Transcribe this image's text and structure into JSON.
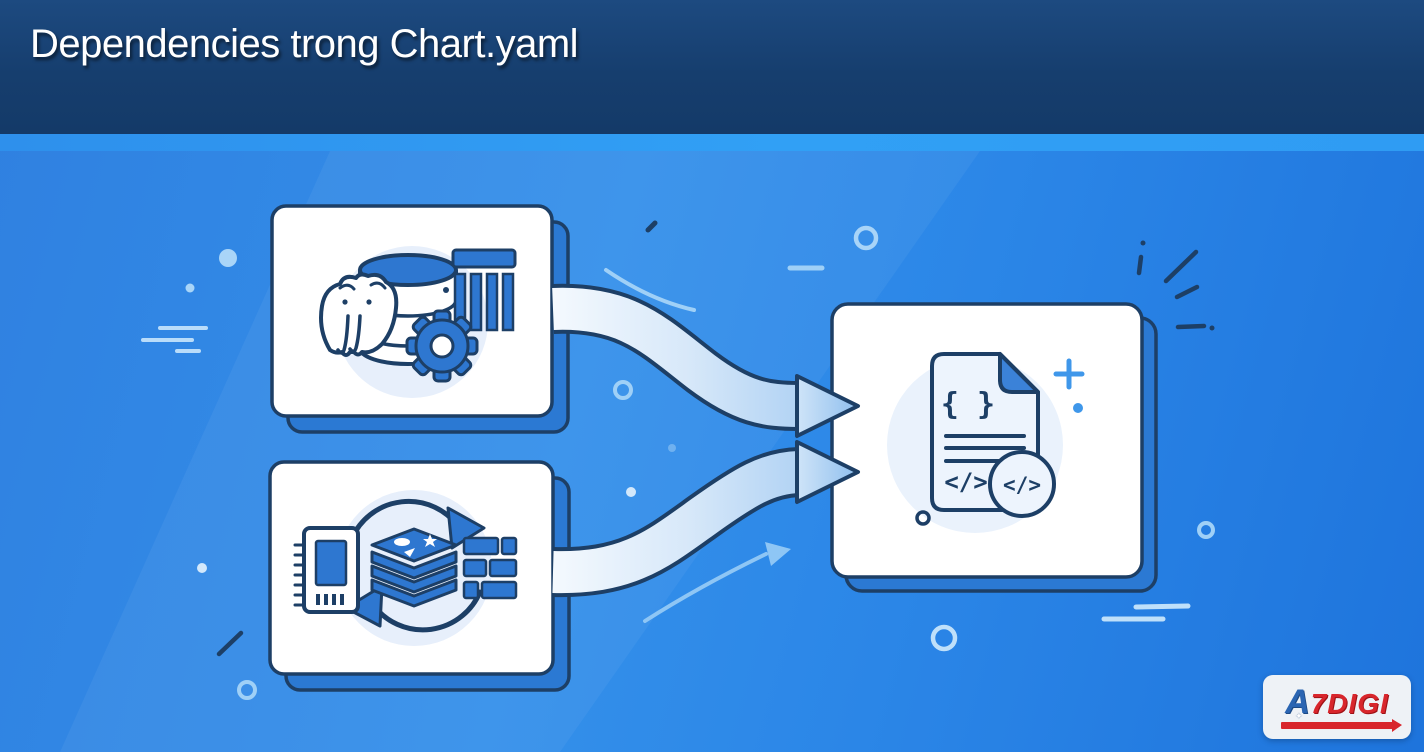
{
  "header": {
    "title": "Dependencies trong Chart.yaml"
  },
  "scene": {
    "source_card_top": {
      "name": "postgresql-database-dependency",
      "icons": [
        "postgresql-elephant-icon",
        "database-cylinder-icon",
        "table-columns-icon",
        "gear-icon"
      ]
    },
    "source_card_bottom": {
      "name": "cache-stack-dependency",
      "icons": [
        "memory-chip-icon",
        "redis-stack-icon",
        "brick-grid-icon",
        "rotation-arrows-icon"
      ]
    },
    "target_card": {
      "name": "chart-yaml-code-file",
      "doc_braces": "{ }",
      "doc_code": "</>",
      "badge_code": "</>",
      "icons": [
        "code-file-icon",
        "folded-corner-icon",
        "code-badge-icon",
        "plus-icon",
        "dot-icon"
      ]
    },
    "connectors": [
      "flow-arrow-top",
      "flow-arrow-bottom",
      "thin-sketch-arrow"
    ],
    "decorations": [
      "sparkle-burst-icon",
      "speed-lines",
      "circle-outlines",
      "dots",
      "dashes"
    ]
  },
  "logo": {
    "display_prefix": "A",
    "display_rest": "7DIGI",
    "star_glyph": "✦"
  },
  "colors": {
    "header_bg": "#163E6E",
    "accent_strip": "#2F9CF3",
    "background_top": "#3490EA",
    "background_bottom": "#1E74DC",
    "card_fill": "#FFFFFF",
    "card_shadow_fill": "#2B79D3",
    "outline_navy": "#1D3F66",
    "icon_blue": "#2E77D0",
    "icon_bg_circle": "#E7EFFB",
    "arrow_band_light": "#F2F8FE",
    "arrow_band_dark": "#B7D6F5",
    "decoration_light_blue": "#9FD0F7",
    "logo_blue": "#2A65B2",
    "logo_red": "#D8262C"
  }
}
